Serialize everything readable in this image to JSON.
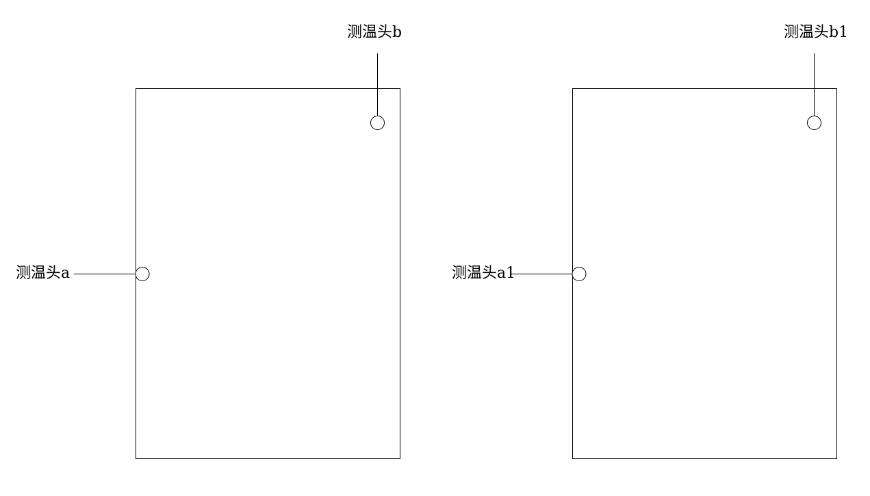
{
  "labels": {
    "left_side_probe": "测温头a",
    "left_top_probe": "测温头b",
    "right_side_probe": "测温头a1",
    "right_top_probe": "测温头b1"
  },
  "colors": {
    "line": "#000000",
    "background": "#ffffff"
  }
}
